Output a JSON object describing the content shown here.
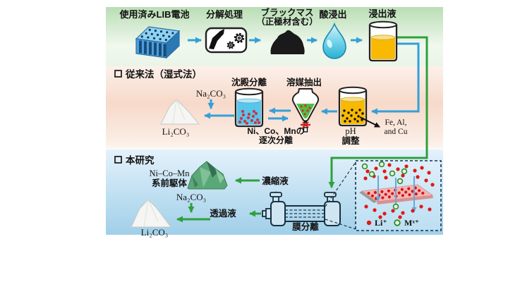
{
  "colors": {
    "section_top_green": "#b9ddb5",
    "section_mid_peach": "#f7d9c9",
    "section_bottom_blue": "#a3d1ea",
    "arrow_blue": "#33a0d8",
    "arrow_green": "#2fa03c",
    "leachate_yellow": "#f9b900",
    "precipitation_blue": "#56c6ea",
    "solvent_green": "#4cc23e",
    "ion_red": "#e01818",
    "ion_green_stroke": "#2e8a2e",
    "membrane_pink": "#f2b6b6",
    "battery_blue": "#4aa0dc"
  },
  "top_row": {
    "battery": "使用済みLIB電池",
    "disassembly": "分解処理",
    "black_mass_line1": "ブラックマス",
    "black_mass_line2": "（正極材含む）",
    "acid_leaching": "酸浸出",
    "leachate": "浸出液"
  },
  "conventional": {
    "header": "従来法（湿式法）",
    "na2co3": "Na₂CO₃",
    "li2co3": "Li₂CO₃",
    "precipitation": "沈殿分離",
    "solvent_extraction": "溶媒抽出",
    "ph_line1": "pH",
    "ph_line2": "調整",
    "impurities_line1": "Fe, Al,",
    "impurities_line2": "and Cu",
    "sequential_line1": "Ni、Co、Mnの",
    "sequential_line2": "逐次分離"
  },
  "proposed": {
    "header": "本研究",
    "precursor_line1": "Ni–Co–Mn",
    "precursor_line2": "系前駆体",
    "na2co3": "Na₂CO₃",
    "li2co3": "Li₂CO₃",
    "concentrate": "濃縮液",
    "permeate": "透過液",
    "membrane_separation": "膜分離",
    "legend_li": "Li⁺",
    "legend_metal": "Mˣ⁺"
  }
}
